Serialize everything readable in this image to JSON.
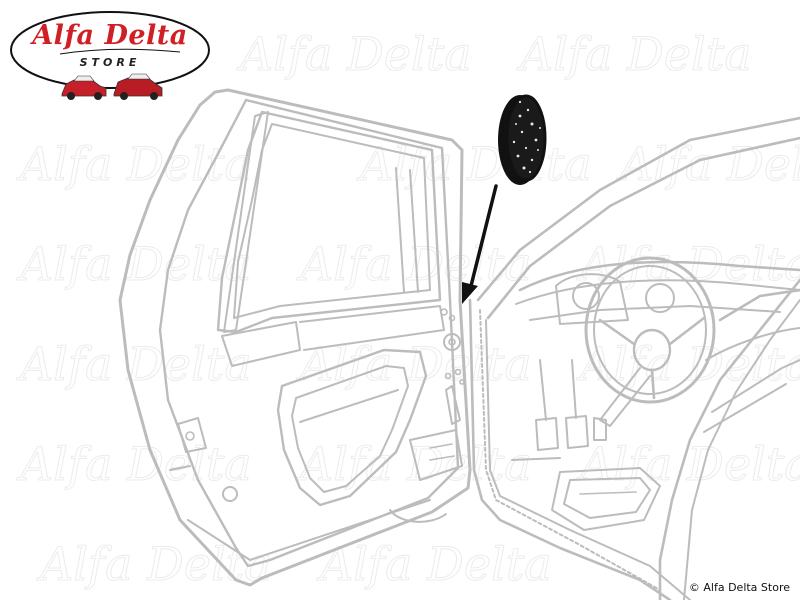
{
  "logo": {
    "brand_name": "Alfa Delta",
    "subtitle": "STORE"
  },
  "watermark": {
    "text": "Alfa Delta"
  },
  "copyright": {
    "text": "© Alfa Delta Store"
  },
  "colors": {
    "brand_red": "#d11f26",
    "line_gray": "#b9b9b9",
    "part_black": "#111111"
  },
  "icons": {
    "callout": "arrow-icon",
    "part": "rubber-plug-icon"
  }
}
